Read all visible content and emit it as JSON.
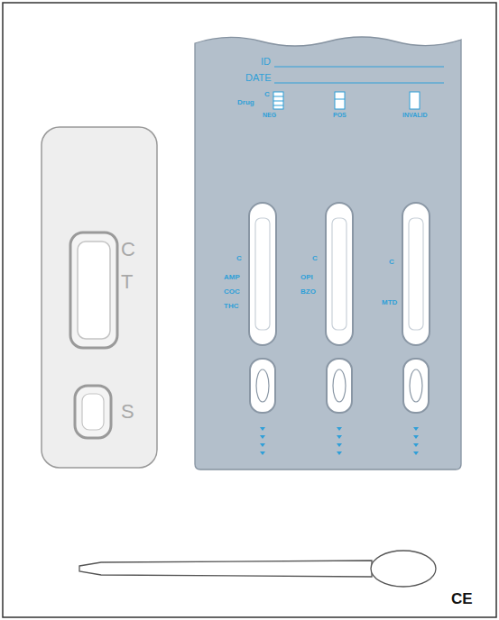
{
  "diagram": {
    "nodes": [
      {
        "text": [
          "C",
          "T",
          "S"
        ]
      },
      {
        "text": [
          "ID",
          "DATE",
          "C",
          "Drug",
          "NEG",
          "POS",
          "INVALID",
          "C",
          "AMP",
          "COC",
          "THC",
          "C",
          "OPI",
          "BZO",
          "C",
          "MTD"
        ]
      }
    ],
    "labels": [
      "CE"
    ]
  }
}
